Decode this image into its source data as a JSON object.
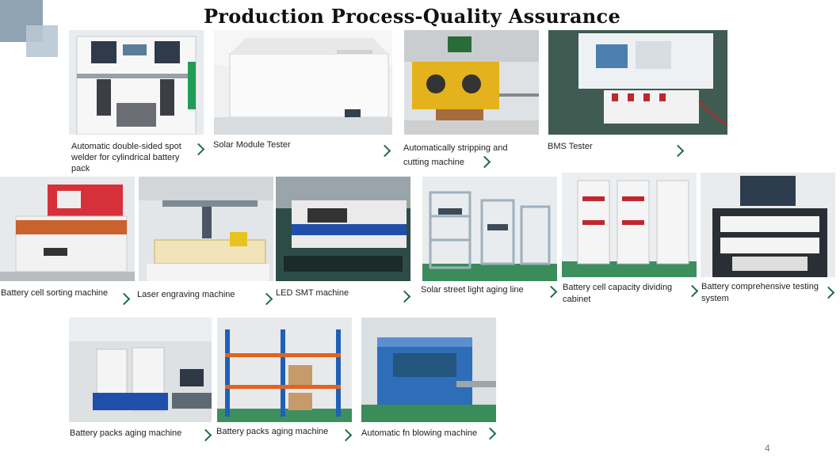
{
  "title": "Production Process-Quality Assurance",
  "page_number": "4",
  "accent_color": "#1e6b4a",
  "items": [
    {
      "caption": "Automatic double-sided spot welder for cylindrical battery pack",
      "icon": "chevron-right-icon"
    },
    {
      "caption": "Solar Module Tester",
      "icon": "chevron-right-icon"
    },
    {
      "caption": "Automatically stripping and cutting machine",
      "icon": "chevron-right-icon"
    },
    {
      "caption": "BMS Tester",
      "icon": "chevron-right-icon"
    },
    {
      "caption": "Battery cell sorting machine",
      "icon": "chevron-right-icon"
    },
    {
      "caption": "Laser engraving machine",
      "icon": "chevron-right-icon"
    },
    {
      "caption": "LED SMT machine",
      "icon": "chevron-right-icon"
    },
    {
      "caption": "Solar street light aging line",
      "icon": "chevron-right-icon"
    },
    {
      "caption": "Battery cell capacity dividing cabinet",
      "icon": "chevron-right-icon"
    },
    {
      "caption": "Battery comprehensive testing system",
      "icon": "chevron-right-icon"
    },
    {
      "caption": "Battery packs aging machine",
      "icon": "chevron-right-icon"
    },
    {
      "caption": "Battery packs aging machine",
      "icon": "chevron-right-icon"
    },
    {
      "caption": "Automatic fn blowing machine",
      "icon": "chevron-right-icon"
    }
  ]
}
